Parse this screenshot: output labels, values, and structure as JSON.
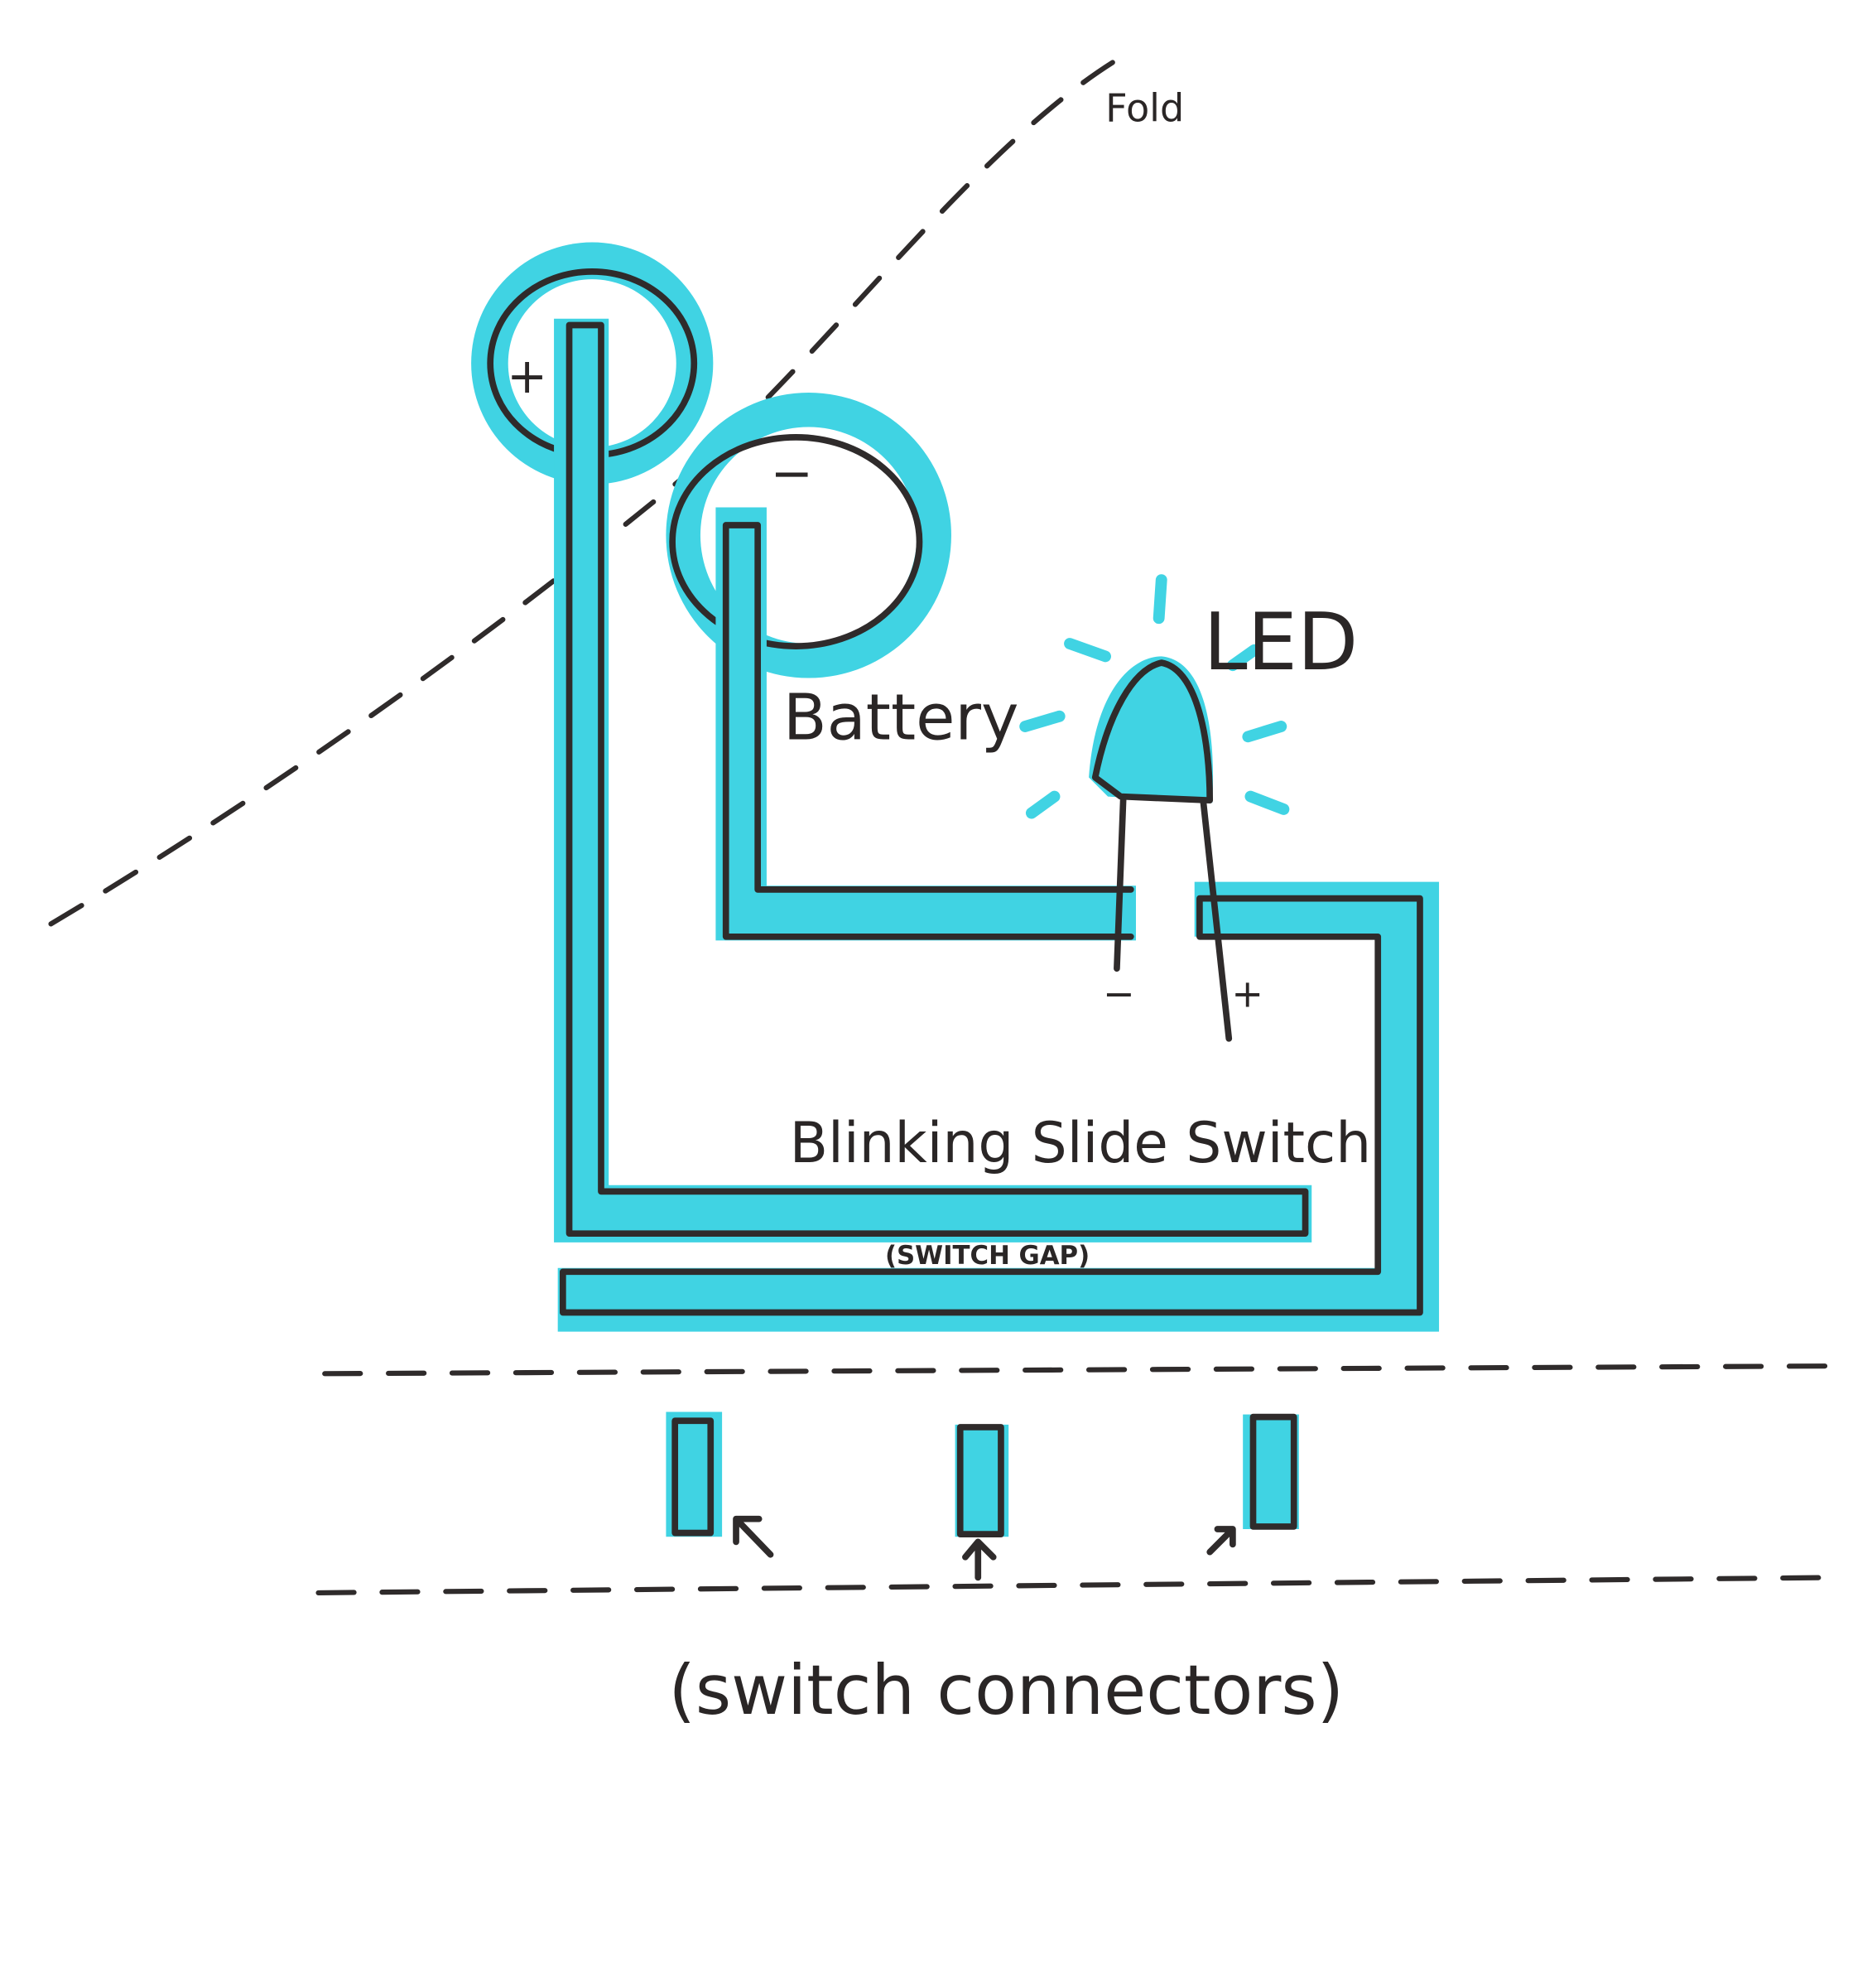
{
  "labels": {
    "fold": "Fold",
    "battery": "Battery",
    "led": "LED",
    "battery_plus": "+",
    "battery_minus": "−",
    "led_minus": "−",
    "led_plus": "+",
    "switch_title": "Blinking Slide Switch",
    "switch_gap": "(SWITCH GAP)",
    "switch_connectors": "(switch connectors)"
  },
  "colors": {
    "copper_tape": "#40d3e3",
    "ink": "#2f2b2b"
  }
}
